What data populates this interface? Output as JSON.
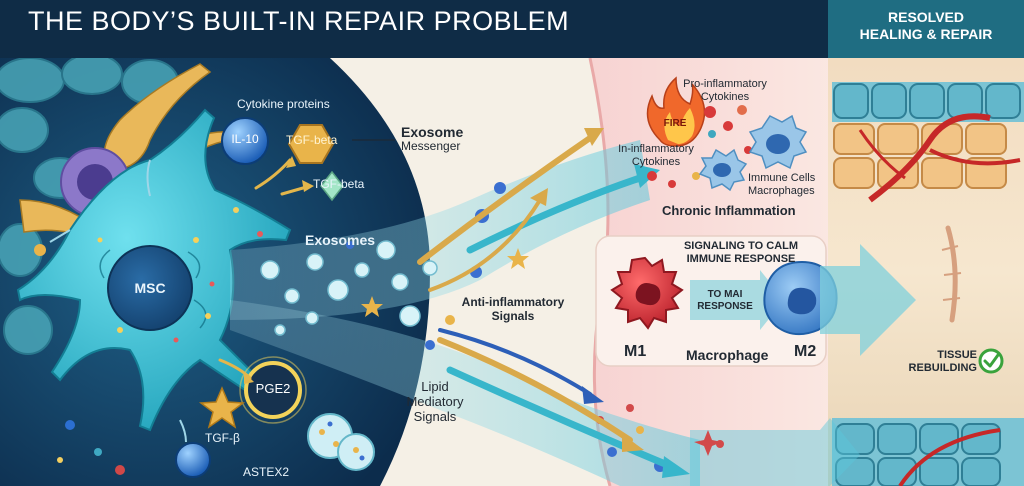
{
  "header": {
    "title": "THE BODY’S BUILT-IN REPAIR PROBLEM",
    "resolved_line1": "RESOLVED",
    "resolved_line2": "HEALING & REPAIR"
  },
  "msc_panel": {
    "cytokine_proteins": "Cytokine proteins",
    "il10": "IL-10",
    "tgf_beta_1": "TGF-beta",
    "tgf_beta_2": "TGF-beta",
    "msc": "MSC",
    "exosomes": "Exosomes",
    "pge2": "PGE2",
    "tgf_b": "TGF-β",
    "astex2": "ASTEX2"
  },
  "middle": {
    "exosome_title": "Exosome",
    "exosome_sub": "Messenger",
    "anti_line1": "Anti-inflammatory",
    "anti_line2": "Signals",
    "lipid_line1": "Lipid",
    "lipid_line2": "Mediatory",
    "lipid_line3": "Signals"
  },
  "inflammation": {
    "pro_line1": "Pro-inflammatory",
    "pro_line2": "Cytokines",
    "fire": "FIRE",
    "in_line1": "In-inflammatory",
    "in_line2": "Cytokines",
    "immune_line1": "Immune Cells",
    "immune_line2": "Macrophages",
    "chronic": "Chronic Inflammation"
  },
  "macrophage": {
    "signal_line1": "SIGNALING TO CALM",
    "signal_line2": "IMMUNE RESPONSE",
    "to_line1": "TO MAI",
    "to_line2": "RESPONSE",
    "m1": "M1",
    "macrophage": "Macrophage",
    "m2": "M2"
  },
  "tissue": {
    "line1": "TISSUE",
    "line2": "REBUILDING"
  },
  "colors": {
    "header_bg": "#0f2c46",
    "resolved_bg": "#1f6d82",
    "msc_cyan": "#2fb3c9",
    "m1_red": "#d9333a",
    "m2_blue": "#3f86cf",
    "check_green": "#3aa33c"
  }
}
